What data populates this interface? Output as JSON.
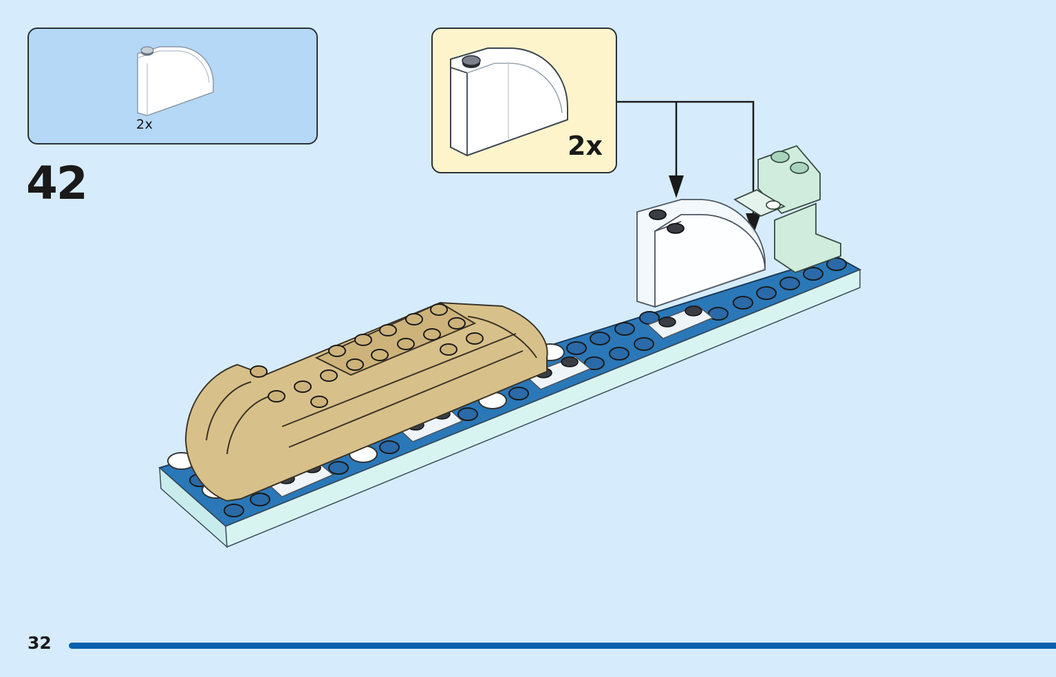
{
  "parts_list": {
    "part_icon": "clear-curved-slope-brick-icon",
    "count": "2x"
  },
  "step": {
    "number": "42"
  },
  "callout": {
    "part_icon": "clear-curved-slope-brick-icon",
    "count": "2x"
  },
  "model": {
    "icon": "lego-build-assembly-icon"
  },
  "footer": {
    "page_number": "32",
    "progress": 1.0
  },
  "colors": {
    "background": "#d6ecfc",
    "parts_box": "#b4d8f5",
    "callout_box": "#fdf4cc",
    "plate_blue": "#2a78b8",
    "tan": "#d8c08a",
    "progress_bar": "#0a5fb0"
  }
}
